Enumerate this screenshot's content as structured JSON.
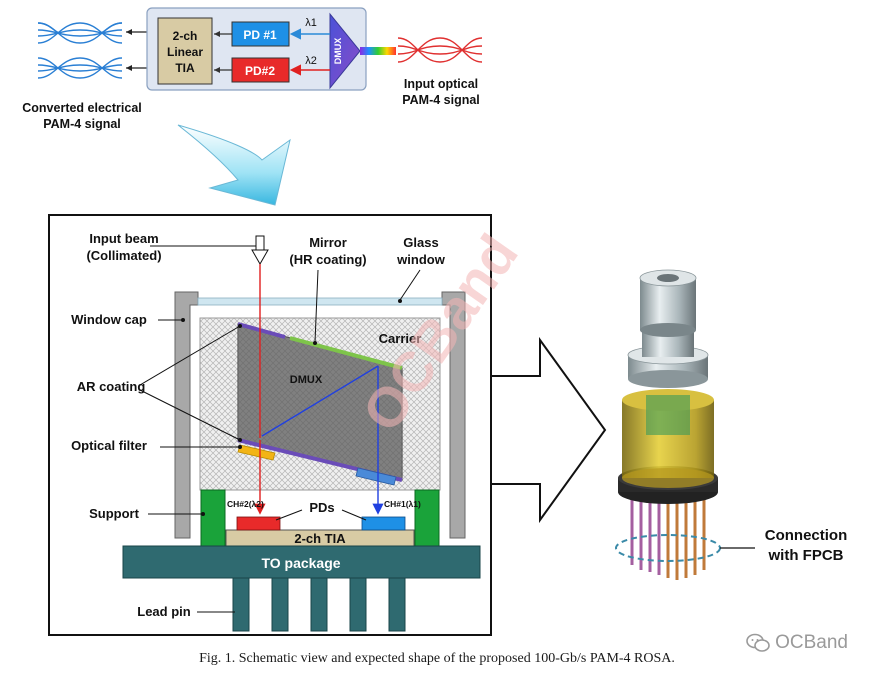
{
  "top_diagram": {
    "tia_label": [
      "2-ch",
      "Linear",
      "TIA"
    ],
    "pd1_label": "PD #1",
    "pd2_label": "PD#2",
    "lambda1": "λ1",
    "lambda2": "λ2",
    "dmux_label": "DMUX",
    "input_label": [
      "Input optical",
      "PAM-4 signal"
    ],
    "output_label": [
      "Converted electrical",
      "PAM-4 signal"
    ]
  },
  "cross_section": {
    "input_beam": [
      "Input beam",
      "(Collimated)"
    ],
    "mirror": [
      "Mirror",
      "(HR coating)"
    ],
    "glass_window": [
      "Glass",
      "window"
    ],
    "window_cap": "Window cap",
    "carrier": "Carrier",
    "ar_coating": "AR coating",
    "dmux": "DMUX",
    "optical_filter": "Optical filter",
    "support": "Support",
    "ch2": "CH#2(λ2)",
    "ch1": "CH#1(λ1)",
    "pds": "PDs",
    "tia": "2-ch TIA",
    "to_package": "TO package",
    "lead_pin": "Lead pin"
  },
  "module": {
    "connection": [
      "Connection",
      "with FPCB"
    ]
  },
  "watermark": {
    "diagonal_text": "OCBand",
    "corner_text": "OCBand"
  },
  "caption": "Fig. 1. Schematic view and expected shape of the proposed 100-Gb/s PAM-4 ROSA.",
  "colors": {
    "pd1": "#1e90e6",
    "pd2": "#e82a2a",
    "tia": "#d8cba4",
    "to_package": "#2f6a70",
    "support": "#1aa33a",
    "mirror": "#7ec44a",
    "filter": "#f2b416",
    "beam_red": "#e02020",
    "beam_blue": "#2040e0"
  }
}
